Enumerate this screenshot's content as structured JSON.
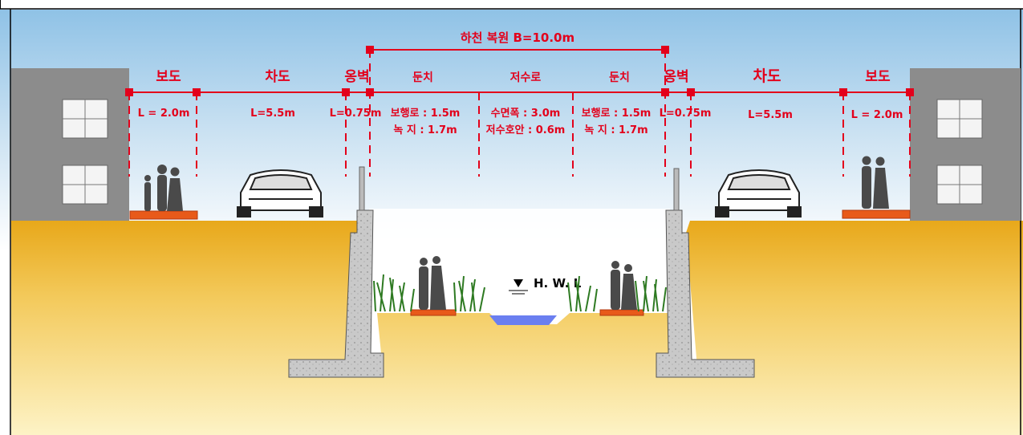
{
  "colors": {
    "dim_red": "#e3001b",
    "sky_top": "#8fc2e6",
    "ground_top": "#e8a81a",
    "ground_bottom": "#fdf3c6",
    "building": "#8c8c8c",
    "water": "#6b7ff0",
    "platform": "#e85a1a"
  },
  "title": "하천 복원 B=10.0m",
  "zones": {
    "left_sidewalk": "보도",
    "left_roadway": "차도",
    "left_wall": "옹벽",
    "left_bank": "둔치",
    "channel": "저수로",
    "right_bank": "둔치",
    "right_wall": "옹벽",
    "right_roadway": "차도",
    "right_sidewalk": "보도"
  },
  "dims": {
    "left_sidewalk": "L = 2.0m",
    "left_roadway": "L=5.5m",
    "left_wall": "L=0.75m",
    "right_wall": "L=0.75m",
    "right_roadway": "L=5.5m",
    "right_sidewalk": "L = 2.0m"
  },
  "bank_details": {
    "left_walk": "보행로 : 1.5m",
    "left_green": "녹  지 : 1.7m",
    "channel_width": "수면폭 : 3.0m",
    "channel_shore": "저수호안 : 0.6m",
    "right_walk": "보행로 : 1.5m",
    "right_green": "녹  지 : 1.7m"
  },
  "hwl_label": "H. W. L"
}
